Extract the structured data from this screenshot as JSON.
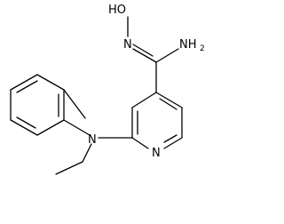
{
  "molecule": {
    "labels": {
      "hydroxyl": "HO",
      "oxime_n": "N",
      "amine": "NH",
      "amine_sub": "2",
      "amine_n": "N",
      "pyridine_n": "N"
    }
  },
  "colors": {
    "bond": "#000000",
    "text": "#000000",
    "background": "#ffffff"
  }
}
